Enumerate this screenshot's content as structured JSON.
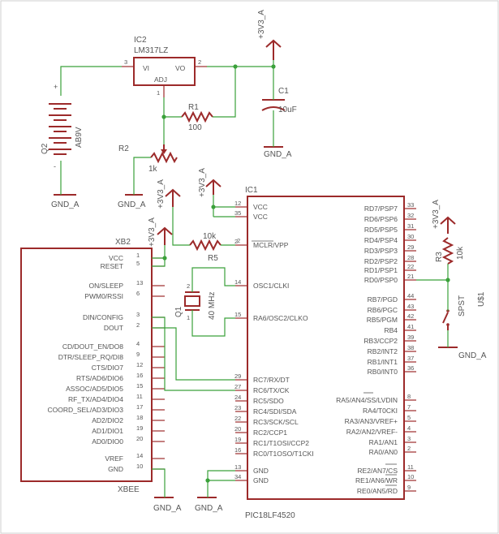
{
  "xb2": {
    "name": "XB2",
    "value": "XBEE",
    "left_pins": [
      {
        "num": "1",
        "label": "VCC"
      },
      {
        "num": "5",
        "label": "RESET"
      },
      {
        "num": "13",
        "label": "ON/SLEEP"
      },
      {
        "num": "6",
        "label": "PWM0/RSSI"
      },
      {
        "num": "3",
        "label": "DIN/CONFIG"
      },
      {
        "num": "2",
        "label": "DOUT"
      },
      {
        "num": "4",
        "label": "CD/DOUT_EN/DO8"
      },
      {
        "num": "9",
        "label": "DTR/SLEEP_RQ/DI8"
      },
      {
        "num": "12",
        "label": "CTS/DIO7"
      },
      {
        "num": "16",
        "label": "RTS/AD6/DIO6"
      },
      {
        "num": "15",
        "label": "ASSOC/AD5/DIO5"
      },
      {
        "num": "11",
        "label": "RF_TX/AD4/DIO4"
      },
      {
        "num": "17",
        "label": "COORD_SEL/AD3/DIO3"
      },
      {
        "num": "18",
        "label": "AD2/DIO2"
      },
      {
        "num": "19",
        "label": "AD1/DIO1"
      },
      {
        "num": "20",
        "label": "AD0/DIO0"
      },
      {
        "num": "14",
        "label": "VREF"
      },
      {
        "num": "10",
        "label": "GND"
      }
    ]
  },
  "ic1": {
    "name": "IC1",
    "value": "PIC18LF4520",
    "left_pins": [
      {
        "num": "12",
        "label": "VCC"
      },
      {
        "num": "35",
        "label": "VCC"
      },
      {
        "num": "2",
        "label": "MCLR/VPP"
      },
      {
        "num": "14",
        "label": "OSC1/CLKI"
      },
      {
        "num": "15",
        "label": "RA6/OSC2/CLKO"
      },
      {
        "num": "29",
        "label": "RC7/RX/DT"
      },
      {
        "num": "27",
        "label": "RC6/TX/CK"
      },
      {
        "num": "24",
        "label": "RC5/SDO"
      },
      {
        "num": "23",
        "label": "RC4/SDI/SDA"
      },
      {
        "num": "22",
        "label": "RC3/SCK/SCL"
      },
      {
        "num": "20",
        "label": "RC2/CCP1"
      },
      {
        "num": "19",
        "label": "RC1/T1OSI/CCP2"
      },
      {
        "num": "16",
        "label": "RC0/T1OSO/T1CKI"
      },
      {
        "num": "13",
        "label": "GND"
      },
      {
        "num": "34",
        "label": "GND"
      }
    ],
    "right_pins": [
      {
        "num": "33",
        "label": "RD7/PSP7"
      },
      {
        "num": "32",
        "label": "RD6/PSP6"
      },
      {
        "num": "31",
        "label": "RD5/PSP5"
      },
      {
        "num": "30",
        "label": "RD4/PSP4"
      },
      {
        "num": "29",
        "label": "RD3/PSP3"
      },
      {
        "num": "28",
        "label": "RD2/PSP2"
      },
      {
        "num": "22",
        "label": "RD1/PSP1"
      },
      {
        "num": "21",
        "label": "RD0/PSP0"
      },
      {
        "num": "44",
        "label": "RB7/PGD"
      },
      {
        "num": "43",
        "label": "RB6/PGC"
      },
      {
        "num": "42",
        "label": "RB5/PGM"
      },
      {
        "num": "41",
        "label": "RB4"
      },
      {
        "num": "39",
        "label": "RB3/CCP2"
      },
      {
        "num": "38",
        "label": "RB2/INT2"
      },
      {
        "num": "37",
        "label": "RB1/INT1"
      },
      {
        "num": "36",
        "label": "RB0/INT0"
      },
      {
        "num": "8",
        "label": "RA5/AN4/SS/LVDIN"
      },
      {
        "num": "7",
        "label": "RA4/T0CKI"
      },
      {
        "num": "5",
        "label": "RA3/AN3/VREF+"
      },
      {
        "num": "4",
        "label": "RA2/AN2/VREF-"
      },
      {
        "num": "3",
        "label": "RA1/AN1"
      },
      {
        "num": "2",
        "label": "RA0/AN0"
      },
      {
        "num": "11",
        "label": "RE2/AN7/CS"
      },
      {
        "num": "10",
        "label": "RE1/AN6/WR"
      },
      {
        "num": "9",
        "label": "RE0/AN5/RD"
      }
    ]
  },
  "ic2": {
    "name": "IC2",
    "value": "LM317LZ",
    "pin_vi": "VI",
    "pin_vo": "VO",
    "pin_adj": "ADJ",
    "num_vi": "3",
    "num_vo": "2",
    "num_adj": "1"
  },
  "q2": {
    "name": "Q2",
    "value": "AB9V",
    "plus": "+",
    "minus": "-"
  },
  "c1": {
    "name": "C1",
    "value": "10uF"
  },
  "r1": {
    "name": "R1",
    "value": "100"
  },
  "r2": {
    "name": "R2",
    "value": "1k"
  },
  "r5": {
    "name": "R5",
    "value": "10k",
    "num": "2"
  },
  "r3": {
    "name": "R3",
    "value": "10k"
  },
  "q1": {
    "name": "Q1",
    "value": "40 MHz",
    "num1": "2",
    "num2": "1"
  },
  "u1": {
    "name": "U$1",
    "value": "SPST"
  },
  "supply": {
    "v33": "+3V3_A",
    "gnd": "GND_A"
  }
}
